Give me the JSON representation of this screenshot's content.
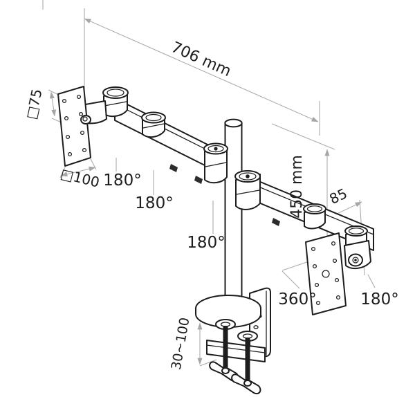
{
  "figure": {
    "type": "technical-line-drawing",
    "subject": "dual monitor desk mount arm with clamp",
    "labels": {
      "arm_span": "706 mm",
      "pole_height": "450 mm",
      "vesa_small": "□75",
      "vesa_large": "□100",
      "head_offset": "85",
      "clamp_range": "30~100",
      "rot_left_head": "180°",
      "rot_left_elbow": "180°",
      "rot_pole_joint": "180°",
      "rot_pole": "360°",
      "rot_right_head": "180°"
    },
    "colors": {
      "line": "#1d1d1d",
      "dimension": "#ababab",
      "background": "#ffffff"
    }
  }
}
